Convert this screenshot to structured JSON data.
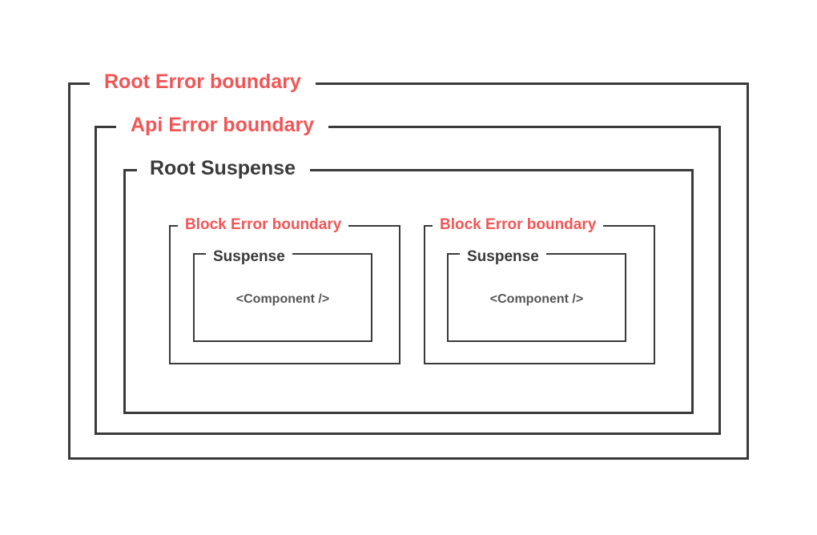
{
  "root_error_boundary": {
    "label": "Root Error boundary"
  },
  "api_error_boundary": {
    "label": "Api Error boundary"
  },
  "root_suspense": {
    "label": "Root Suspense"
  },
  "blocks": [
    {
      "error_boundary_label": "Block Error boundary",
      "suspense_label": "Suspense",
      "component_label": "<Component />"
    },
    {
      "error_boundary_label": "Block Error boundary",
      "suspense_label": "Suspense",
      "component_label": "<Component />"
    }
  ],
  "colors": {
    "error_boundary": "#f25556",
    "suspense": "#3a3a3a",
    "border": "#3a3a3a",
    "component_text": "#555555"
  }
}
